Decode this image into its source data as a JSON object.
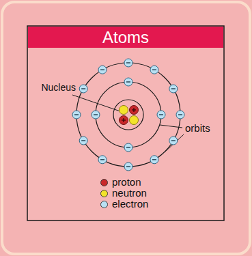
{
  "diagram": {
    "title": "Atoms",
    "labels": [
      "Nucleus",
      "orbits"
    ],
    "legend": [
      {
        "text": "proton",
        "color": "#c9282b"
      },
      {
        "text": "neutron",
        "color": "#f3e32b"
      },
      {
        "text": "electron",
        "color": "#b9e0f3"
      }
    ]
  }
}
